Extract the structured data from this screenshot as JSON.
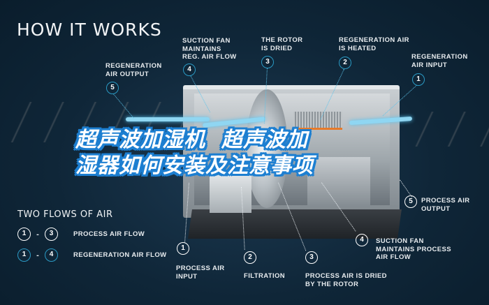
{
  "title": "HOW IT WORKS",
  "banner": {
    "line1": "超声波加湿机  超声波加",
    "line2": "湿器如何安装及注意事项",
    "text_color": "#ffffff",
    "outline_color": "#1d7fd1"
  },
  "colors": {
    "background": "#0f2638",
    "regeneration_badge_border": "#2a9ac4",
    "process_badge_border": "#ffffff",
    "airflow": "#8fd6f2",
    "heater": "#e77a2a"
  },
  "regeneration_labels": [
    {
      "number": "5",
      "text": "REGENERATION\nAIR OUTPUT"
    },
    {
      "number": "4",
      "text": "SUCTION FAN\nMAINTAINS\nREG. AIR FLOW"
    },
    {
      "number": "3",
      "text": "THE ROTOR\nIS DRIED"
    },
    {
      "number": "2",
      "text": "REGENERATION AIR\nIS HEATED"
    },
    {
      "number": "1",
      "text": "REGENERATION\nAIR INPUT"
    }
  ],
  "process_labels": [
    {
      "number": "1",
      "text": "PROCESS AIR\nINPUT"
    },
    {
      "number": "2",
      "text": "FILTRATION"
    },
    {
      "number": "3",
      "text": "PROCESS AIR IS DRIED\nBY THE ROTOR"
    },
    {
      "number": "4",
      "text": "SUCTION FAN\nMAINTAINS PROCESS\nAIR FLOW"
    },
    {
      "number": "5",
      "text": "PROCESS AIR\nOUTPUT"
    }
  ],
  "legend": {
    "title": "TWO FLOWS OF AIR",
    "rows": [
      {
        "from": "1",
        "dash": "-",
        "to": "3",
        "label": "PROCESS AIR FLOW",
        "style": "white"
      },
      {
        "from": "1",
        "dash": "-",
        "to": "4",
        "label": "REGENERATION AIR FLOW",
        "style": "blue"
      }
    ]
  }
}
